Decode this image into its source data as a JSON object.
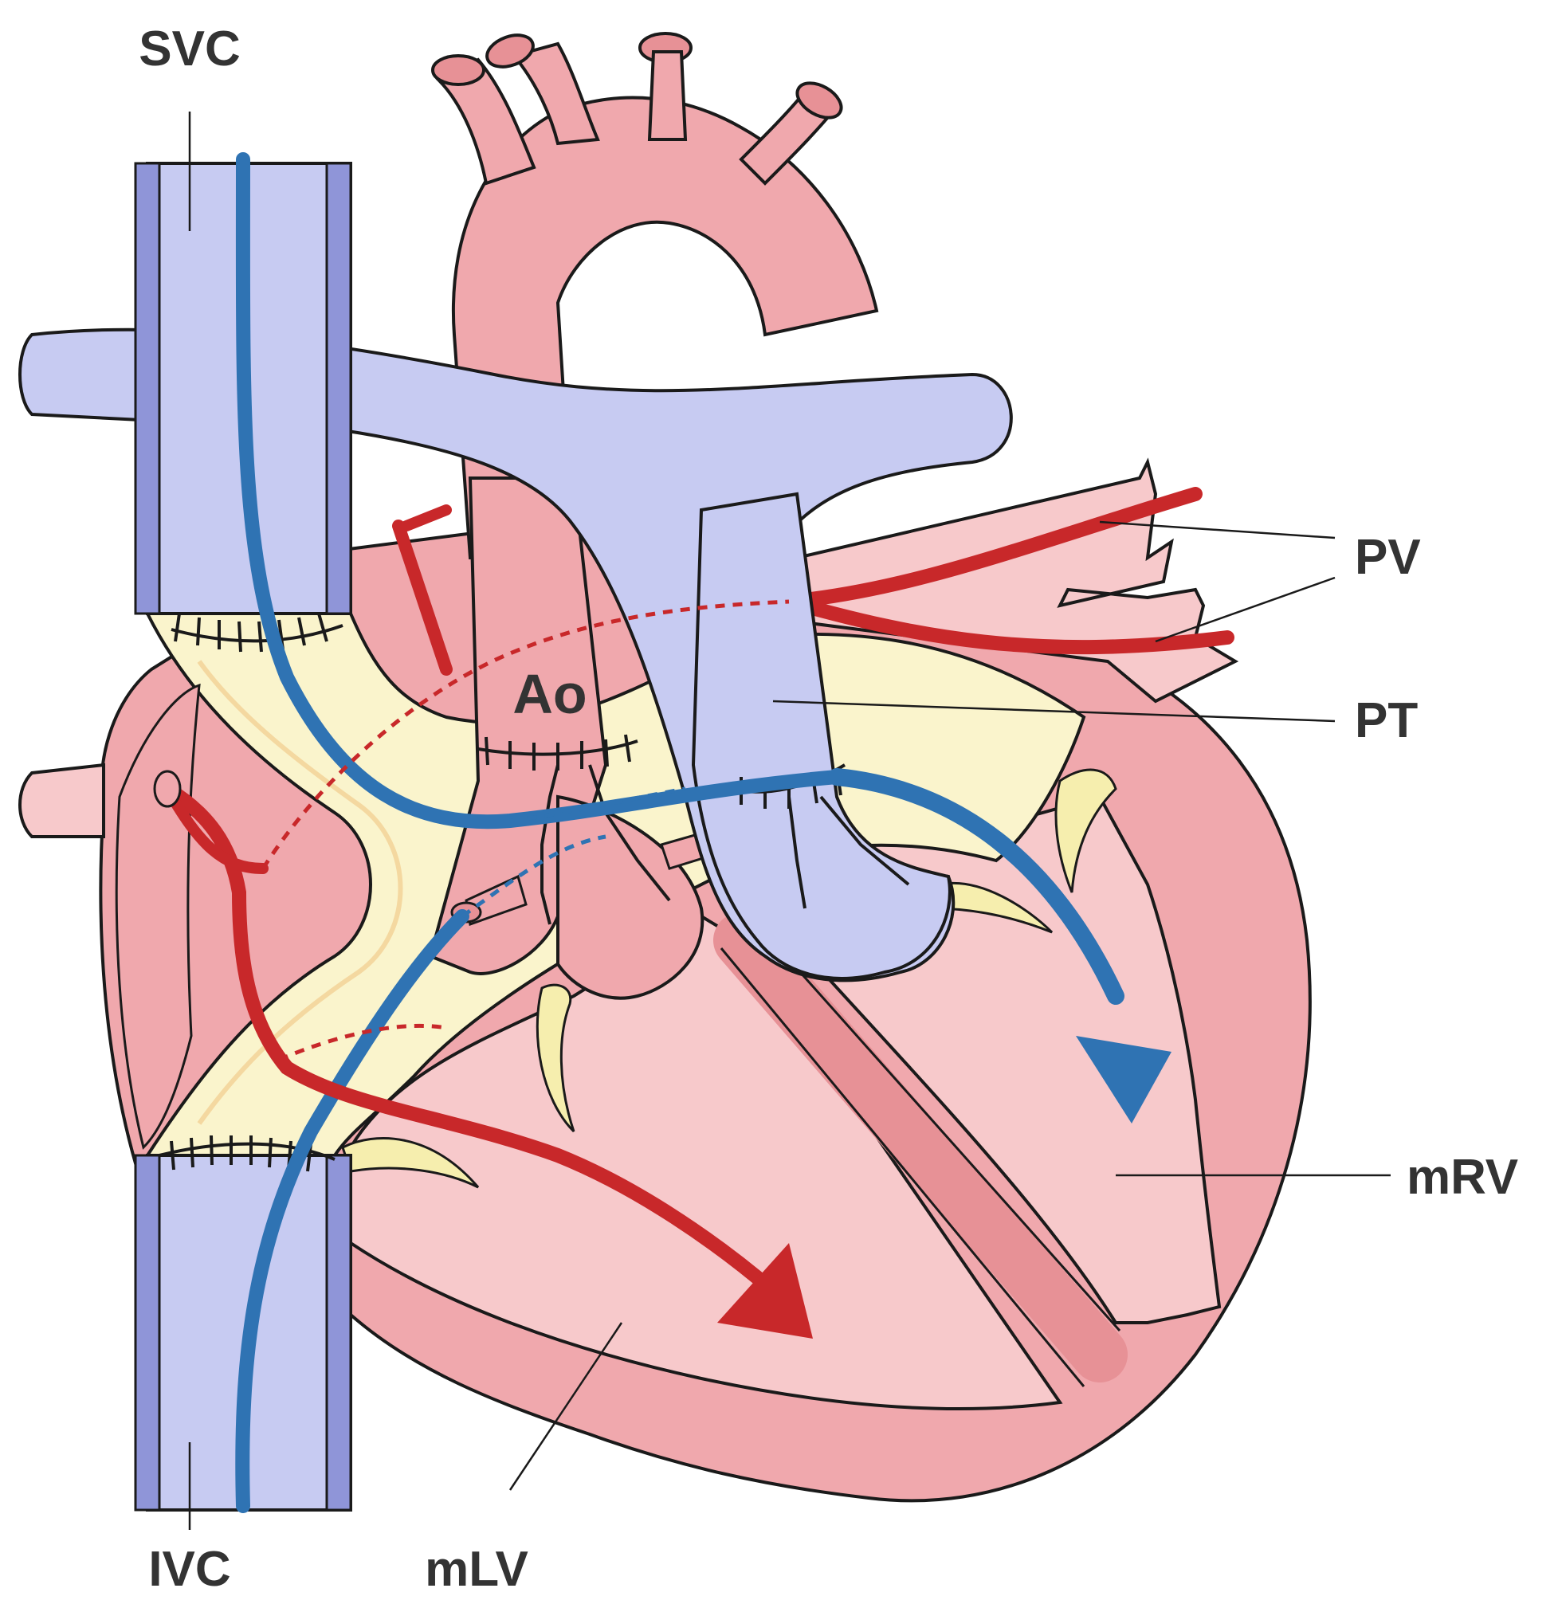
{
  "labels": {
    "svc": "SVC",
    "ivc": "IVC",
    "ao": "Ao",
    "pv": "PV",
    "pt": "PT",
    "mrv": "mRV",
    "mlv": "mLV"
  },
  "colors": {
    "vein": "#c7cbf2",
    "vein_wall": "#8f95d8",
    "artery": "#f0a8ad",
    "artery_dark": "#e79196",
    "chamber_light": "#f7c9cb",
    "atrial_baffle": "#faf4cc",
    "deoxygenated_flow": "#2f73b3",
    "oxygenated_flow": "#c8282a",
    "outline": "#1a1a1a",
    "label_text": "#333333"
  }
}
